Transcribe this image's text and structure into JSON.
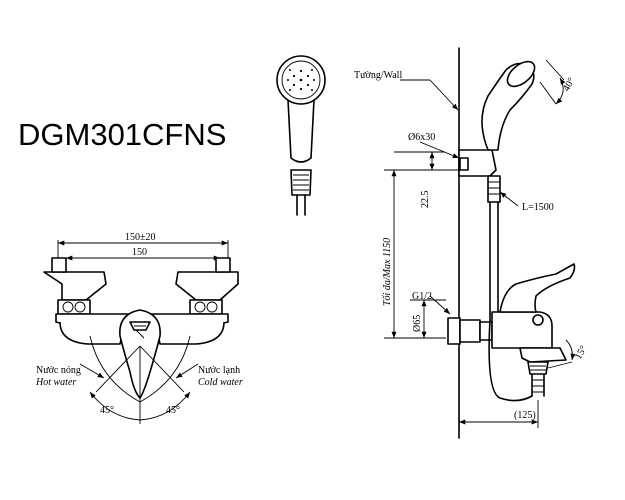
{
  "model_code": "DGM301CFNS",
  "front_view": {
    "dim_overall": "150±20",
    "dim_center": "150",
    "hot_label_vi": "Nước nóng",
    "hot_label_en": "Hot water",
    "cold_label_vi": "Nước lạnh",
    "cold_label_en": "Cold water",
    "angle_left": "45°",
    "angle_right": "45°"
  },
  "side_view": {
    "wall_label": "Tường/Wall",
    "bracket_dim": "Ø6x30",
    "bracket_offset": "22.5",
    "hose_length": "L=1500",
    "max_height_label": "Tối đa/Max 1150",
    "thread_label": "G1/2",
    "inlet_dim": "Ø65",
    "spout_projection": "(125)",
    "head_angle": "40°",
    "spout_angle": "15°"
  }
}
